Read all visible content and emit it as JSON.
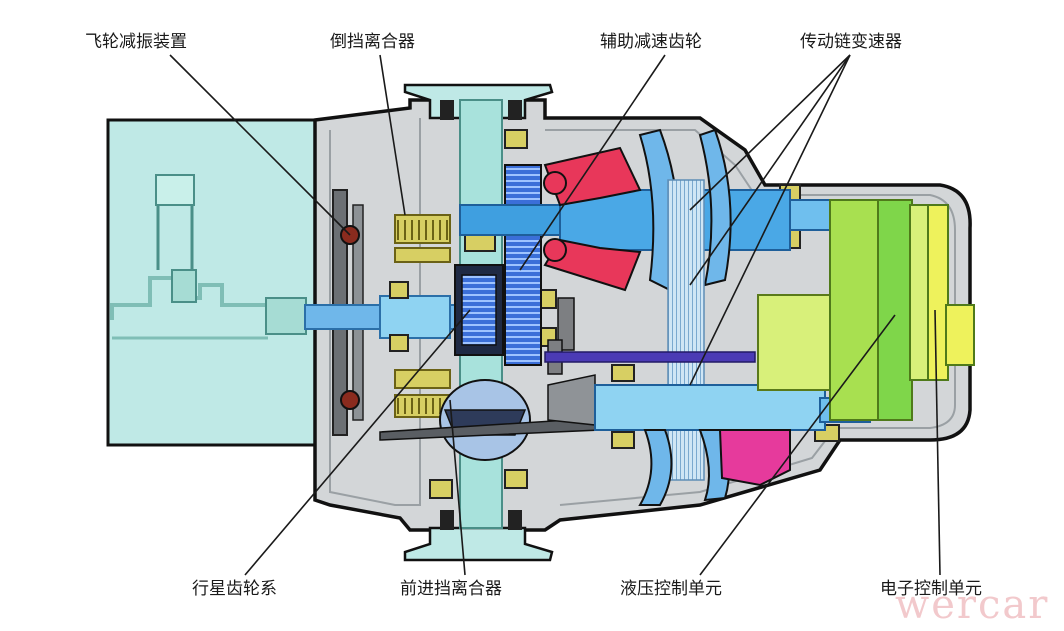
{
  "labels": {
    "flywheel_damper": "飞轮减振装置",
    "reverse_clutch": "倒挡离合器",
    "aux_reduction_gear": "辅助减速齿轮",
    "chain_cvt": "传动链变速器",
    "planetary_gear": "行星齿轮系",
    "forward_clutch": "前进挡离合器",
    "hydraulic_control": "液压控制单元",
    "electronic_control": "电子控制单元"
  },
  "watermark": "wercar",
  "colors": {
    "housing": "#d3d6d8",
    "outline": "#111111",
    "engine": "#bfe9e6",
    "shaft": "#3f9fe0",
    "shaft_light": "#8fd3f2",
    "pulley_red": "#e8375a",
    "pulley_magenta": "#e63a9c",
    "ecu_green": "#a8e050",
    "ecu_light": "#d8f07a",
    "ecu_yellow": "#eef25c",
    "bearing": "#d7cf63",
    "gear_blue": "#3b6fd8",
    "leader": "#1a1a1a"
  }
}
